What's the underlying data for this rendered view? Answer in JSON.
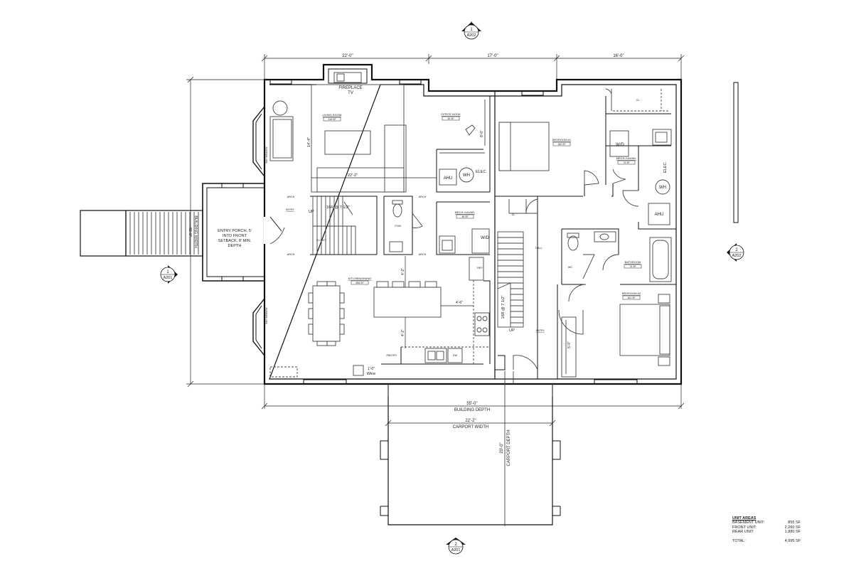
{
  "dimensions": {
    "seg_left": "22'-0\"",
    "seg_mid": "17'-0\"",
    "seg_right": "16'-0\"",
    "overall": "55'-0\"",
    "overall_label": "BUILDING DEPTH",
    "building_width": "48'-0\"",
    "building_width_label": "BUILDING WIDTH",
    "carport_width": "22'-2\"",
    "carport_width_label": "CARPORT WIDTH",
    "carport_depth": "20'-0\"",
    "carport_depth_label": "CARPORT DEPTH",
    "living_depth": "14'-4\"",
    "living_width": "22'-2\"",
    "office_dim": "8'-0\"",
    "island_dim_1": "4'-2\"",
    "island_dim_2": "4'-6\"",
    "island_dim_3": "4'-2\"",
    "stair_rear": "16R @ 7 1/2\"",
    "stair_front": "16R @ 7 1/2\"",
    "bedroom2_dim": "5'-0\"",
    "wine_dim": "1'-0\""
  },
  "callouts": [
    {
      "num": "1",
      "sheet": "A202"
    },
    {
      "num": "1",
      "sheet": "A201"
    },
    {
      "num": "2",
      "sheet": "A202"
    },
    {
      "num": "2",
      "sheet": "A201"
    }
  ],
  "labels": {
    "fireplace": "FIREPLACE",
    "tv": "TV",
    "living_room": "LIVING ROOM",
    "living_area": "316 SF",
    "office_nook": "OFFICE NOOK",
    "office_area": "42 SF",
    "kitchen": "KITCHEN/DINING",
    "kitchen_area": "456 SF",
    "mech_laund_1": "MECH./LAUND.",
    "mech_area_1": "46 SF",
    "bedroom_1": "BEDROOM #1",
    "bedroom1_area": "160 SF",
    "mech_laund_2": "MECH./LAUND.",
    "mech_area_2": "73 SF",
    "bathroom": "BATHROOM",
    "bath_area": "74 SF",
    "bedroom_2": "BEDROOM #2",
    "bedroom2_area": "161 SF",
    "entry_porch_1": "ENTRY PORCH, 5'",
    "entry_porch_2": "INTO FRONT",
    "entry_porch_3": "SETBACK, 8' MIN.",
    "entry_porch_4": "DEPTH",
    "arch": "ARCH",
    "entry_front": "ENTRY",
    "entry_rear": "ENTRY",
    "up_front": "UP",
    "up_rear": "UP",
    "closet_front": "CLOSET",
    "powder": "POW.",
    "ahu_front": "AHU",
    "wh_front": "WH",
    "elec_front": "ELEC.",
    "wd_front": "W/D",
    "ref": "REF",
    "pantry": "PANTRY",
    "dw": "DW",
    "wine": "Wine",
    "cl_rear_top": "CL",
    "wd_rear": "W/D",
    "elec_rear": "ELEC.",
    "wh_rear": "WH",
    "ahu_rear": "AHU",
    "cl_hall": "CL",
    "hall": "HALL",
    "wc": "WC",
    "bay_window": "BAY WINDOW"
  },
  "unit_areas": {
    "heading": "UNIT AREAS",
    "rows": [
      {
        "label": "BASEMENT UNIT:",
        "value": "855 SF"
      },
      {
        "label": "FRONT UNIT:",
        "value": "2,260 SF"
      },
      {
        "label": "REAR UNIT:",
        "value": "1,880 SF"
      }
    ],
    "total_label": "TOTAL:",
    "total_value": "4,995 SF"
  }
}
